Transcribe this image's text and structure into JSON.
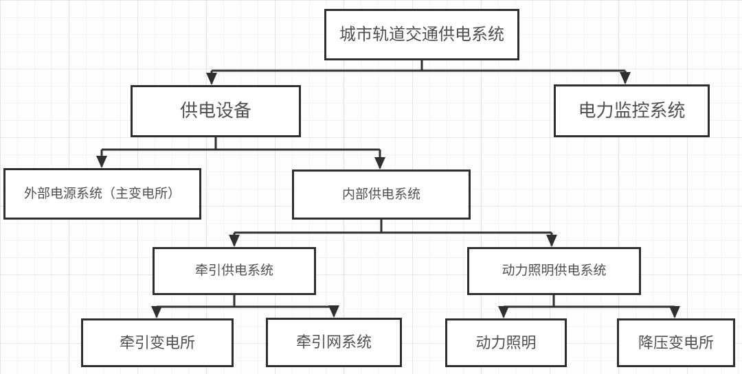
{
  "nodes": [
    {
      "id": "urban-rail-power-system",
      "label": "城市轨道交通供电系统",
      "level": 1
    },
    {
      "id": "power-supply-equipment",
      "label": "供电设备",
      "level": 2
    },
    {
      "id": "power-monitoring-system",
      "label": "电力监控系统",
      "level": 2
    },
    {
      "id": "external-power-system",
      "label": "外部电源系统（主变电所）",
      "level": 3
    },
    {
      "id": "internal-power-system",
      "label": "内部供电系统",
      "level": 3
    },
    {
      "id": "traction-power-system",
      "label": "牵引供电系统",
      "level": 4
    },
    {
      "id": "power-lighting-system",
      "label": "动力照明供电系统",
      "level": 4
    },
    {
      "id": "traction-substation",
      "label": "牵引变电所",
      "level": 5
    },
    {
      "id": "traction-network-system",
      "label": "牵引网系统",
      "level": 5
    },
    {
      "id": "power-lighting",
      "label": "动力照明",
      "level": 5
    },
    {
      "id": "step-down-substation",
      "label": "降压变电所",
      "level": 5
    }
  ],
  "edges": [
    {
      "from": "城市轨道交通供电系统",
      "to": [
        "供电设备",
        "电力监控系统"
      ]
    },
    {
      "from": "供电设备",
      "to": [
        "外部电源系统（主变电所）",
        "内部供电系统"
      ]
    },
    {
      "from": "内部供电系统",
      "to": [
        "牵引供电系统",
        "动力照明供电系统"
      ]
    },
    {
      "from": "牵引供电系统",
      "to": [
        "牵引变电所",
        "牵引网系统"
      ]
    },
    {
      "from": "动力照明供电系统",
      "to": [
        "动力照明",
        "降压变电所"
      ]
    }
  ],
  "colors": {
    "box_border": "#2e2e2e",
    "connector": "#303030",
    "text": "#4f4f4f",
    "background": "#fdfdfd",
    "grid_line": "#e8e8ea"
  }
}
